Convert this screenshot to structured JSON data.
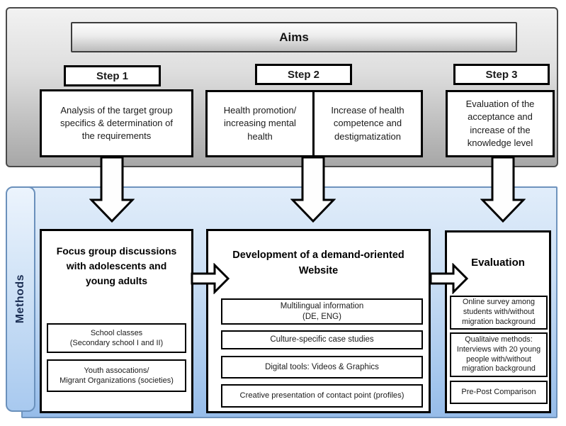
{
  "aims": {
    "title": "Aims"
  },
  "steps": [
    {
      "label": "Step 1",
      "boxes": [
        "Analysis of the target group\nspecifics & determination of\nthe requirements"
      ]
    },
    {
      "label": "Step 2",
      "boxes": [
        "Health promotion/\nincreasing mental\nhealth",
        "Increase of health\ncompetence and\ndestigmatization"
      ]
    },
    {
      "label": "Step 3",
      "boxes": [
        "Evaluation of the\nacceptance and\nincrease of the\nknowledge level"
      ]
    }
  ],
  "methods": {
    "label": "Methods",
    "columns": [
      {
        "title": "Focus group discussions\nwith adolescents and\nyoung adults",
        "items": [
          "School classes\n(Secondary school I and II)",
          "Youth assocations/\nMigrant Organizations (societies)"
        ]
      },
      {
        "title": "Development of a demand-oriented\nWebsite",
        "items": [
          "Multilingual information\n(DE, ENG)",
          "Culture-specific case studies",
          "Digital tools: Videos & Graphics",
          "Creative presentation of contact point (profiles)"
        ]
      },
      {
        "title": "Evaluation",
        "items": [
          "Online survey among\nstudents with/without\nmigration background",
          "Qualitaive methods:\nInterviews with 20 young\npeople with/without\nmigration background",
          "Pre-Post Comparison"
        ]
      }
    ]
  },
  "colors": {
    "aims_panel_top": "#f2f2f2",
    "aims_panel_bottom": "#a7a7a7",
    "aims_panel_border": "#4a4a4a",
    "methods_panel_top": "#e1edfa",
    "methods_panel_bottom": "#96bce9",
    "methods_panel_border": "#6e93bd",
    "methods_label_color": "#1c2f54",
    "box_fill": "#ffffff",
    "box_border": "#000000",
    "arrow_fill": "#fefefe"
  }
}
